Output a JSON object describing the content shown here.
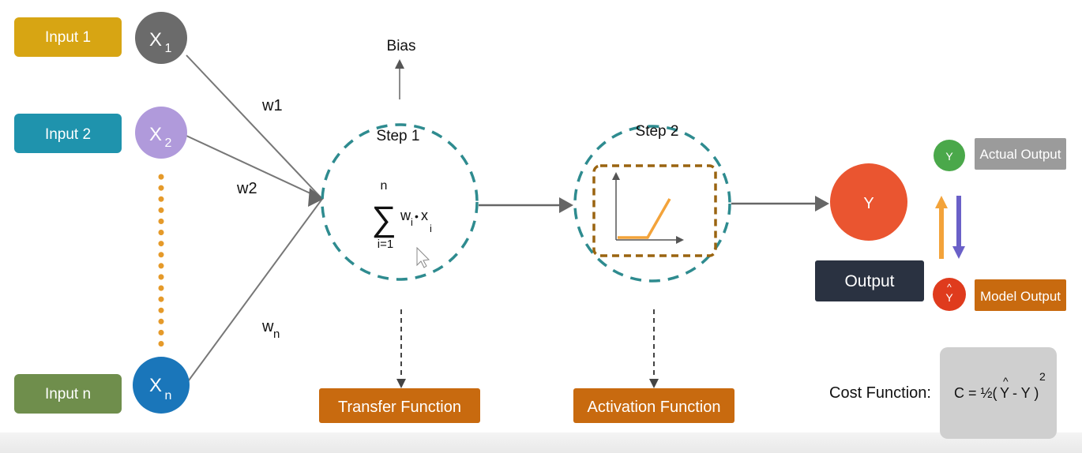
{
  "inputs": [
    {
      "label": "Input 1",
      "node": "X",
      "sub": "1",
      "color": "#d7a513",
      "node_color": "#6b6b6b"
    },
    {
      "label": "Input 2",
      "node": "X",
      "sub": "2",
      "color": "#1f93ad",
      "node_color": "#b09adb"
    },
    {
      "label": "Input n",
      "node": "X",
      "sub": "n",
      "color": "#6f8e4c",
      "node_color": "#1a76ba"
    }
  ],
  "weights": [
    {
      "text": "w1"
    },
    {
      "text": "w2"
    },
    {
      "text": "w",
      "sub": "n"
    }
  ],
  "bias": "Bias",
  "step1": {
    "title": "Step 1",
    "sum_upper": "n",
    "sum_lower": "i=1",
    "sum_symbol": "∑",
    "w": "w",
    "w_sub": "i",
    "dot": "•",
    "x": "x",
    "x_sub": "i",
    "box_label": "Transfer Function"
  },
  "step2": {
    "title": "Step 2",
    "box_label": "Activation Function"
  },
  "output": {
    "node": "Y",
    "label": "Output",
    "node_color": "#ea5530"
  },
  "actual": {
    "node": "Y",
    "label": "Actual Output",
    "node_color": "#4aa84a"
  },
  "model": {
    "node": "Y",
    "hat": "^",
    "label": "Model Output",
    "node_color": "#df3b1d"
  },
  "cost": {
    "label": "Cost Function:",
    "formula_prefix": "C = ½(",
    "hat_y": "Y",
    "hat": "^",
    "minus": "- Y )",
    "power": "2"
  },
  "colors": {
    "teal_dashed": "#2e8b8f",
    "orange_box": "#c86a0f",
    "orange_dashed": "#9a6410",
    "arrow": "#666666",
    "dots": "#e59a2a",
    "up_arrow": "#f3a33a",
    "down_arrow": "#6a60c8",
    "output_box": "#2a3241",
    "grey_box": "#9b9b9b",
    "cost_box": "#cfcfcf"
  }
}
